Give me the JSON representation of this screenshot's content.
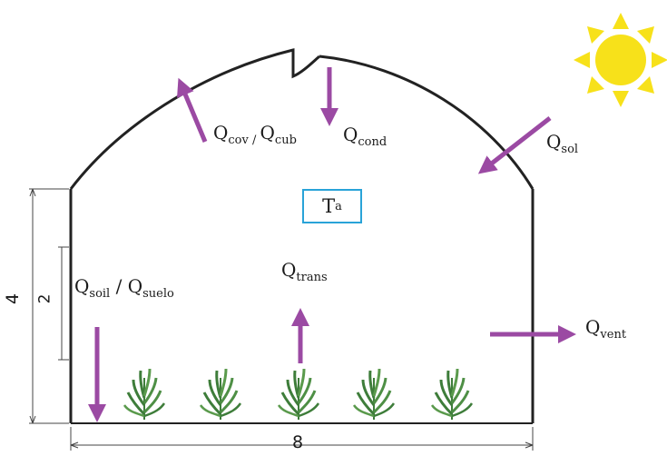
{
  "labels": {
    "q_cov": {
      "main": "Q",
      "sub": "cov / ",
      "main2": "Q",
      "sub2": "cub"
    },
    "q_cond": {
      "main": "Q",
      "sub": "cond"
    },
    "q_sol": {
      "main": "Q",
      "sub": "sol"
    },
    "q_soil": {
      "main": "Q",
      "sub": "soil",
      "sep": " / ",
      "main2": "Q",
      "sub2": "suelo"
    },
    "q_trans": {
      "main": "Q",
      "sub": "trans"
    },
    "q_vent": {
      "main": "Q",
      "sub": "vent"
    },
    "t_a": {
      "main": "T",
      "sub": "a"
    }
  },
  "dimensions": {
    "height_total": "4",
    "height_side": "2",
    "width": "8"
  },
  "colors": {
    "arrow": "#9b4aa3",
    "outline": "#222222",
    "ta_border": "#29a3d8",
    "sun": "#f7e11a",
    "plant": "#3e7d3a"
  },
  "icons": [
    "sun-icon",
    "plant-icon"
  ]
}
